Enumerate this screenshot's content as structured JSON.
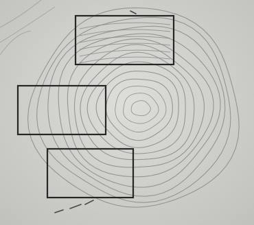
{
  "drawing": {
    "subject": "pencil-sketch",
    "colors": {
      "paper": "#d6d6d2",
      "paper_light": "#e2e2de",
      "paper_shadow": "#c4c4c0",
      "pencil_light": "#8a8a88",
      "pencil_dark": "#262626"
    },
    "ring_count": 13,
    "rectangle_count": 3
  }
}
